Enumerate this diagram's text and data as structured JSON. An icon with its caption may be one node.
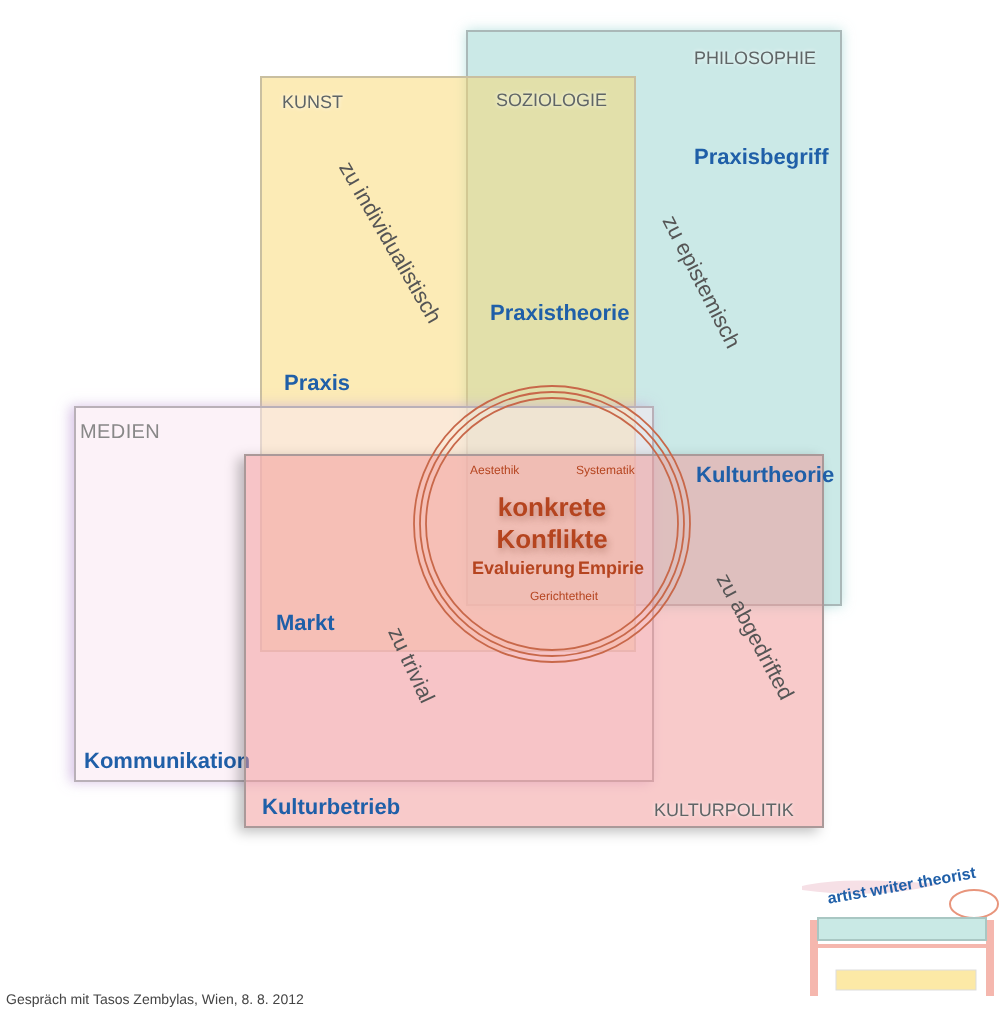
{
  "diagram": {
    "nodes": [
      {
        "text": [
          "PHILOSOPHIE",
          "Praxisbegriff",
          "zu epistemisch"
        ]
      },
      {
        "text": [
          "KUNST",
          "zu individualistisch",
          "Praxis"
        ]
      },
      {
        "text": [
          "MEDIEN",
          "Kommunikation"
        ]
      },
      {
        "text": [
          "Kulturbetrieb",
          "KULTURPOLITIK"
        ]
      },
      {
        "text": [
          "Aestethik",
          "Systematik",
          "konkrete Konflikte",
          "Evaluierung",
          "Empirie",
          "Gerichtetheit"
        ]
      }
    ],
    "edges": [],
    "labels": [
      "SOZIOLOGIE",
      "Praxistheorie",
      "Kulturtheorie",
      "Markt",
      "zu trivial",
      "zu abgedrifted",
      "artist writer theorist",
      "Gespräch mit Tasos Zembylas, Wien, 8. 8. 2012"
    ]
  }
}
